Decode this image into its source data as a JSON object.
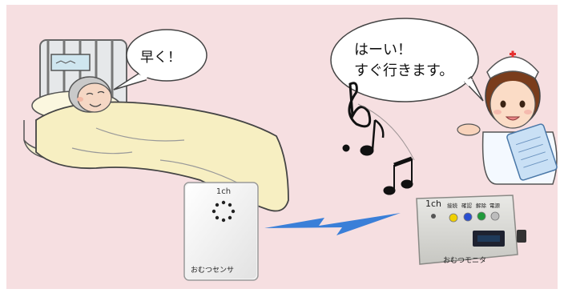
{
  "speech": {
    "patient": "早く！",
    "nurse_line1": "はーい！",
    "nurse_line2": "すぐ行きます。"
  },
  "sensor": {
    "channel": "1ch",
    "label": "おむつセンサ"
  },
  "monitor": {
    "channel": "1ch",
    "label": "おむつモニタ",
    "buttons": [
      "接続",
      "確認",
      "解除",
      "電源"
    ],
    "button_colors": [
      "#f0d000",
      "#2a4fd0",
      "#1f9a3a",
      "#bdbdbd"
    ]
  },
  "colors": {
    "background": "#f6dfe1",
    "signal": "#3a7fd8"
  }
}
